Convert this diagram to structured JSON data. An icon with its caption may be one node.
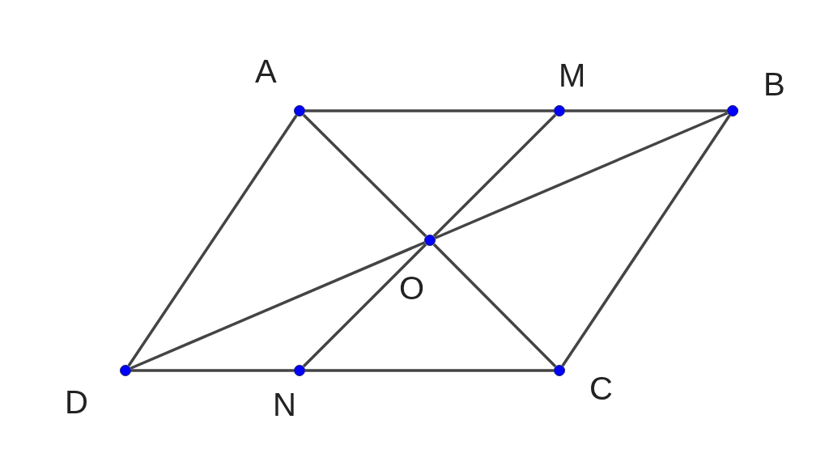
{
  "diagram": {
    "nodes": [
      {
        "text": [],
        "shape": "circle",
        "beside": [
          "A"
        ]
      },
      {
        "text": [],
        "shape": "circle",
        "beside": [
          "M"
        ]
      },
      {
        "text": [],
        "shape": "circle",
        "beside": [
          "B"
        ]
      },
      {
        "text": [],
        "shape": "circle",
        "beside": [
          "O"
        ]
      },
      {
        "text": [],
        "shape": "circle",
        "beside": [
          "D"
        ]
      },
      {
        "text": [],
        "shape": "circle",
        "beside": [
          "N"
        ]
      },
      {
        "text": [],
        "shape": "circle",
        "beside": [
          "C"
        ]
      }
    ],
    "edges": [
      {
        "from": 0,
        "to": 1,
        "arrow": "none"
      },
      {
        "from": 1,
        "to": 2,
        "arrow": "none"
      },
      {
        "from": 4,
        "to": 5,
        "arrow": "none"
      },
      {
        "from": 5,
        "to": 6,
        "arrow": "none"
      },
      {
        "from": 0,
        "to": 4,
        "arrow": "none"
      },
      {
        "from": 2,
        "to": 6,
        "arrow": "none"
      },
      {
        "from": 0,
        "to": 3,
        "arrow": "none"
      },
      {
        "from": 3,
        "to": 6,
        "arrow": "none"
      },
      {
        "from": 4,
        "to": 3,
        "arrow": "none"
      },
      {
        "from": 3,
        "to": 2,
        "arrow": "none"
      },
      {
        "from": 1,
        "to": 3,
        "arrow": "none"
      },
      {
        "from": 3,
        "to": 5,
        "arrow": "none"
      }
    ]
  }
}
